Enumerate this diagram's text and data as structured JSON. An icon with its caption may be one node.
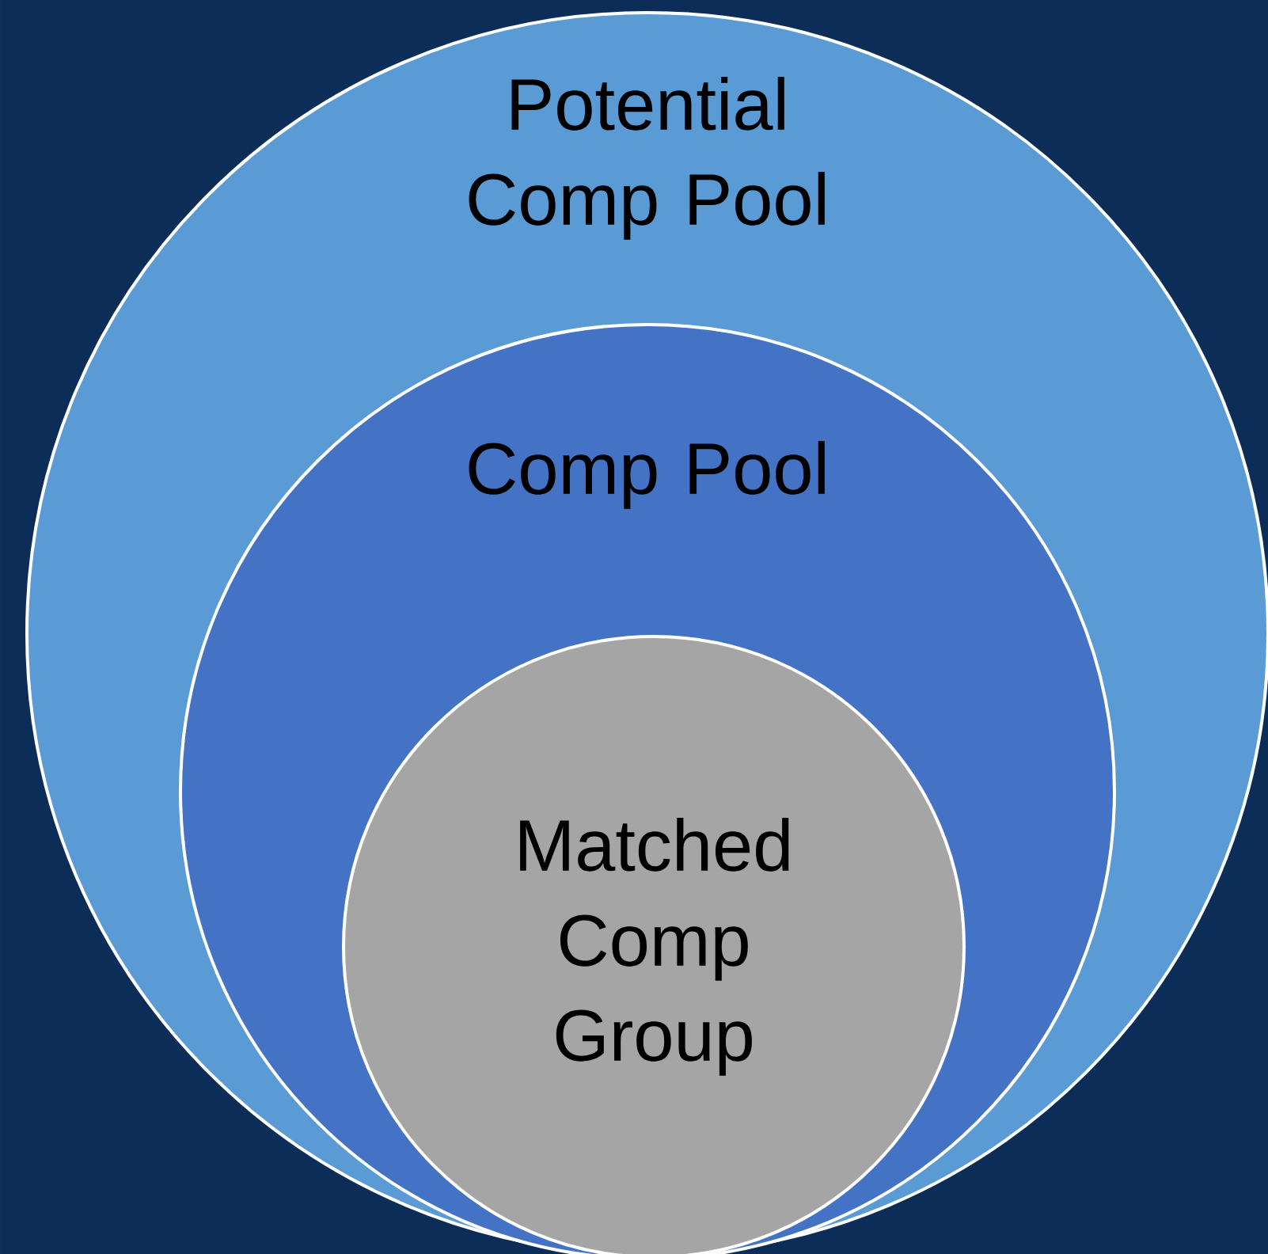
{
  "diagram": {
    "nodes": [
      {
        "text": [
          "Potential Comp Pool"
        ]
      },
      {
        "text": [
          "Comp Pool"
        ],
        "in": 0
      },
      {
        "text": [
          "Matched Comp Group"
        ],
        "in": 1
      }
    ]
  }
}
